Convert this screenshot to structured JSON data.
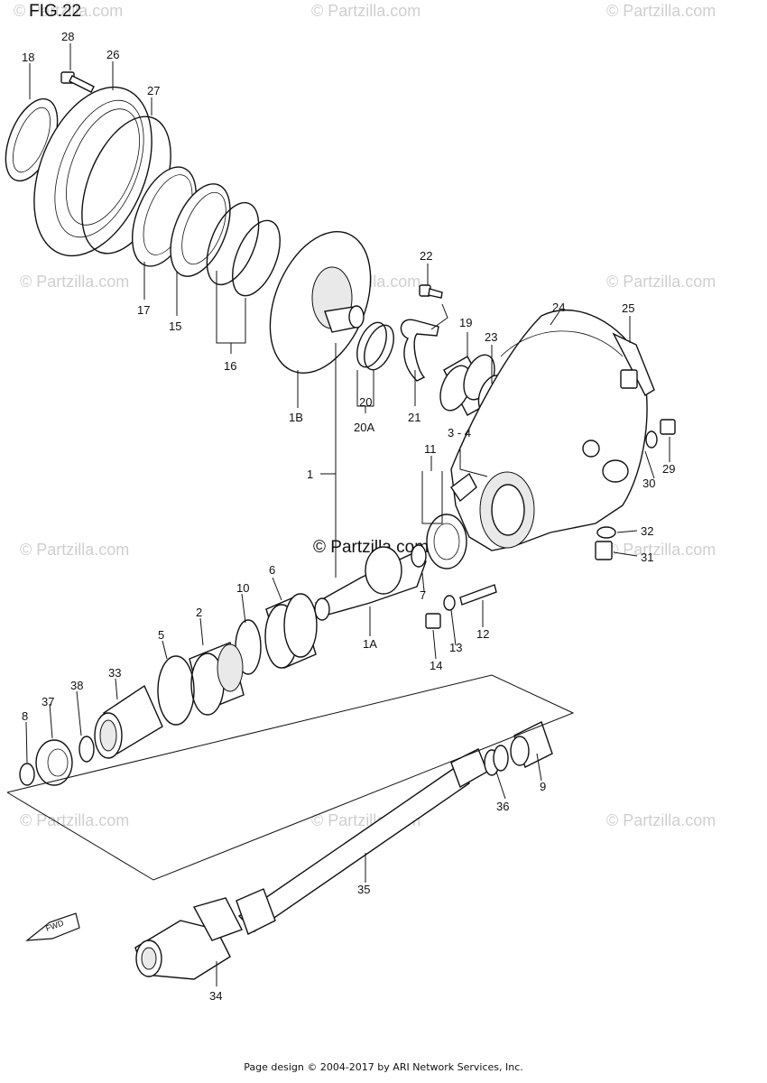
{
  "figure": {
    "title": "FIG.22"
  },
  "watermark": {
    "text": "© Partzilla.com",
    "center_text": "© Partzilla.com"
  },
  "fwd_label": "FWD",
  "part_numbers": {
    "p28": "28",
    "p26": "26",
    "p18": "18",
    "p27": "27",
    "p17": "17",
    "p15": "15",
    "p16": "16",
    "p1B": "1B",
    "p22": "22",
    "p19": "19",
    "p23": "23",
    "p24": "24",
    "p25": "25",
    "p20": "20",
    "p20A": "20A",
    "p21": "21",
    "p1": "1",
    "p3_4": "3 - 4",
    "p11": "11",
    "p29": "29",
    "p30": "30",
    "p32": "32",
    "p31": "31",
    "p6": "6",
    "p10": "10",
    "p2": "2",
    "p5": "5",
    "p7": "7",
    "p1A": "1A",
    "p12": "12",
    "p13": "13",
    "p14": "14",
    "p33": "33",
    "p38": "38",
    "p37": "37",
    "p8": "8",
    "p9": "9",
    "p36": "36",
    "p35": "35",
    "p34": "34"
  },
  "footer": {
    "text": "Page design © 2004-2017 by ARI Network Services, Inc."
  }
}
